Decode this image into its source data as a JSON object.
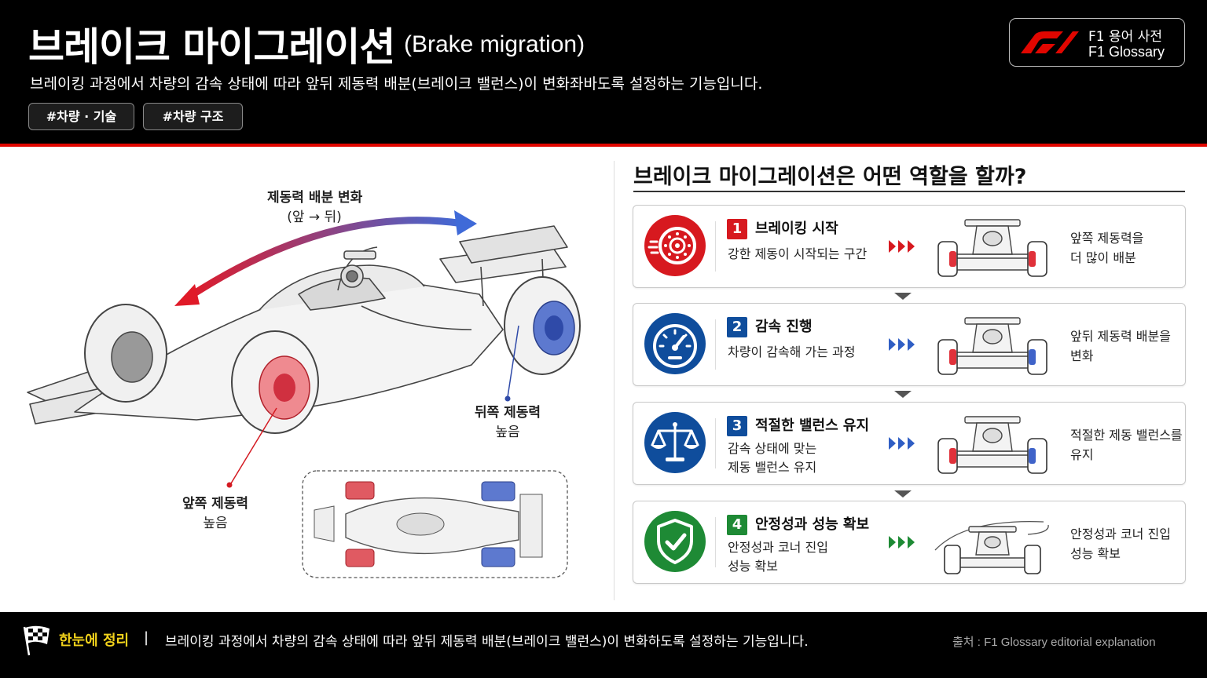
{
  "header": {
    "title": "브레이크 마이그레이션",
    "title_en": "(Brake migration)",
    "subtitle": "브레이킹 과정에서 차량의 감속 상태에 따라 앞뒤 제동력 배분(브레이크 밸런스)이 변화좌바도록 설정하는 기능입니다.",
    "tags": [
      "#차량 · 기술",
      "#차량 구조"
    ],
    "badge": {
      "line1": "F1 용어 사전",
      "line2": "F1 Glossary",
      "logo": "f1-logo"
    }
  },
  "illustration": {
    "arrow_label_1": "제동력 배분 변화",
    "arrow_label_2": "(앞 → 뒤)",
    "rear_label_1": "뒤쪽 제동력",
    "rear_label_2": "높음",
    "front_label_1": "앞쪽 제동력",
    "front_label_2": "높음"
  },
  "right": {
    "title": "브레이크 마이그레이션은 어떤 역할을 할까?",
    "steps": [
      {
        "num": "1",
        "title": "브레이킹 시작",
        "desc": [
          "강한 제동이 시작되는 구간"
        ],
        "result": [
          "앞쪽 제동력을",
          "더 많이 배분"
        ],
        "icon": "brake-disc-icon",
        "color": "#d7191f"
      },
      {
        "num": "2",
        "title": "감속 진행",
        "desc": [
          "차량이 감속해 가는 과정"
        ],
        "result": [
          "앞뒤 제동력 배분을",
          "변화"
        ],
        "icon": "speedometer-icon",
        "color": "#0f4d9c"
      },
      {
        "num": "3",
        "title": "적절한 밸런스 유지",
        "desc": [
          "감속 상태에 맞는",
          "제동 밸런스 유지"
        ],
        "result": [
          "적절한 제동 밸런스를",
          "유지"
        ],
        "icon": "scales-icon",
        "color": "#0f4d9c"
      },
      {
        "num": "4",
        "title": "안정성과 성능 확보",
        "desc": [
          "안정성과 코너 진입",
          "성능 확보"
        ],
        "result": [
          "안정성과 코너 진입",
          "성능 확보"
        ],
        "icon": "shield-check-icon",
        "color": "#1e8a35"
      }
    ]
  },
  "footer": {
    "highlight": "한눈에 정리",
    "separator": "|",
    "summary": "브레이킹 과정에서 차량의 감속 상태에 따라 앞뒤 제동력 배분(브레이크 밸런스)이 변화하도록 설정하는 기능입니다.",
    "source": "출처 : F1 Glossary editorial explanation"
  },
  "colors": {
    "brand_red": "#e10600",
    "front_red": "#e0313a",
    "rear_blue": "#3f63c9",
    "green": "#1e8a35",
    "highlight_yellow": "#f2d21b"
  }
}
